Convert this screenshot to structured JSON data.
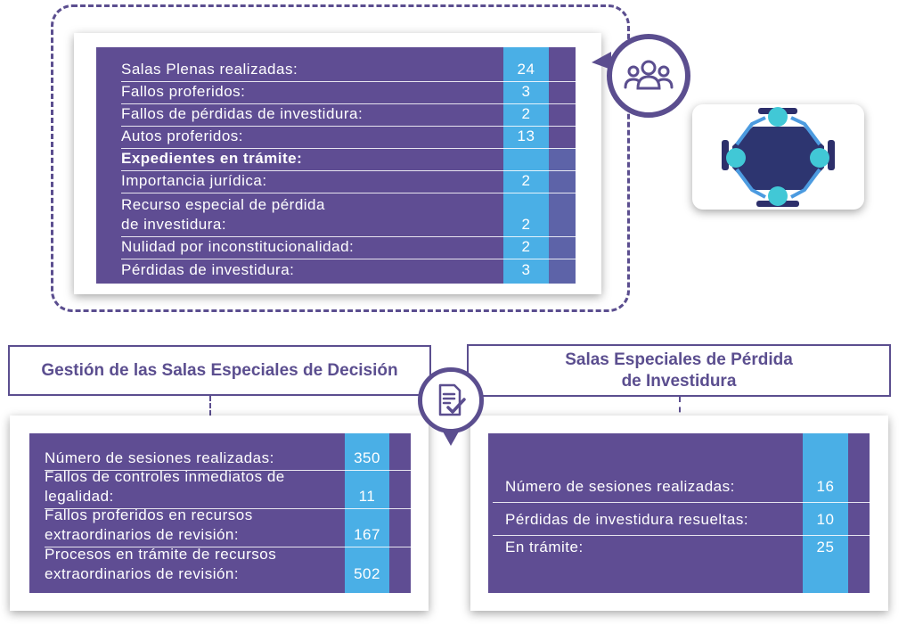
{
  "top_panel": {
    "rows": [
      {
        "label": "Salas Plenas realizadas:",
        "value": "24"
      },
      {
        "label": "Fallos proferidos:",
        "value": "3"
      },
      {
        "label": "Fallos de pérdidas de investidura:",
        "value": "2"
      },
      {
        "label": "Autos proferidos:",
        "value": "13"
      },
      {
        "label": "Expedientes  en trámite:",
        "value": ""
      },
      {
        "label": "Importancia jurídica:",
        "value": "2"
      },
      {
        "label": "Recurso especial de pérdida\nde investidura:",
        "value": "2"
      },
      {
        "label": "Nulidad por inconstitucionalidad:",
        "value": "2"
      },
      {
        "label": "Pérdidas de investidura:",
        "value": "3"
      }
    ]
  },
  "left_section": {
    "title": "Gestión de las Salas Especiales de Decisión",
    "rows": [
      {
        "label": "Número de sesiones realizadas:",
        "value": "350"
      },
      {
        "label": "Fallos de controles inmediatos de\nlegalidad:",
        "value": "11"
      },
      {
        "label": "Fallos proferidos en recursos\nextraordinarios de revisión:",
        "value": "167"
      },
      {
        "label": "Procesos en trámite de recursos\nextraordinarios de revisión:",
        "value": "502"
      }
    ]
  },
  "right_section": {
    "title": "Salas Especiales de Pérdida\nde Investidura",
    "rows": [
      {
        "label": "Número de sesiones realizadas:",
        "value": "16"
      },
      {
        "label": "Pérdidas de investidura resueltas:",
        "value": "10"
      },
      {
        "label": "En trámite:",
        "value": "25"
      }
    ]
  },
  "icons": {
    "people": "people-group-icon",
    "meeting": "meeting-table-icon",
    "document": "document-check-icon"
  },
  "colors": {
    "purple": "#5f4d93",
    "blue": "#4aafe6",
    "outline": "#5b4e8f"
  }
}
